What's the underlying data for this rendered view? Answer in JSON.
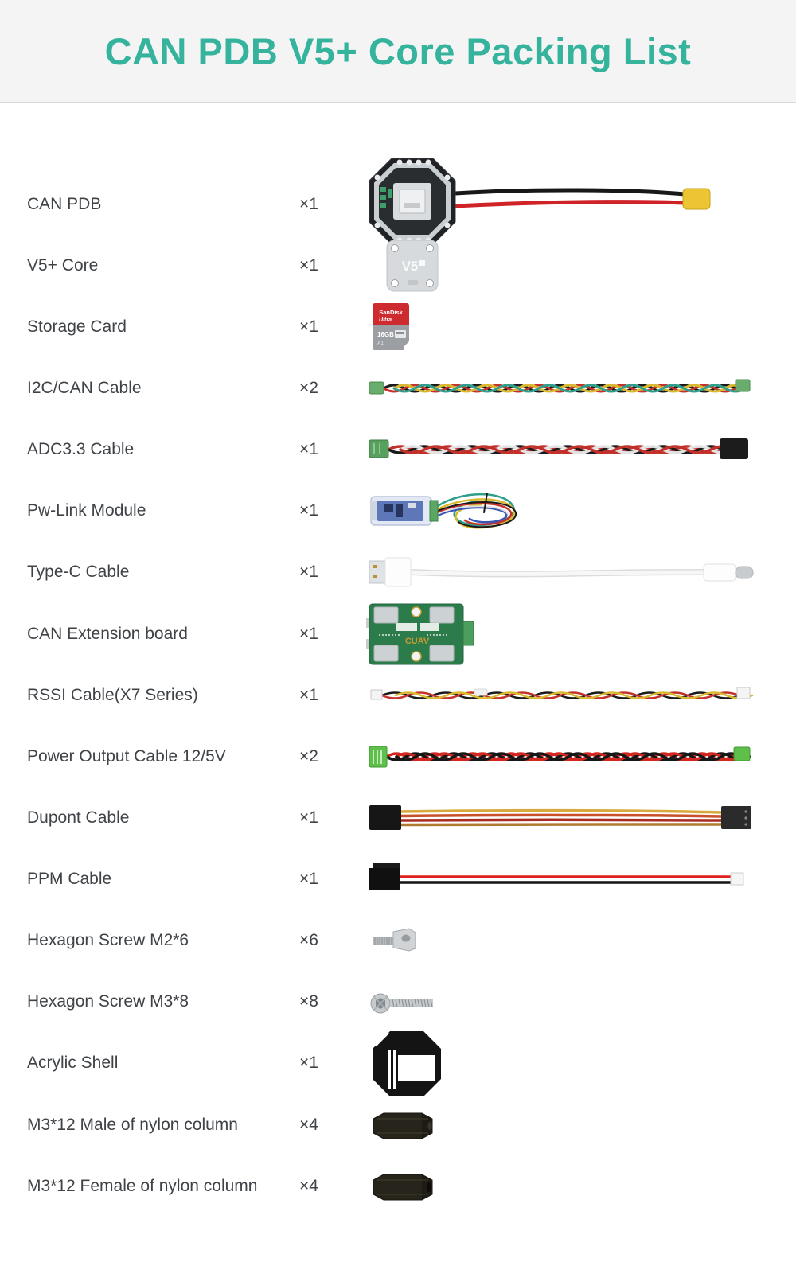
{
  "page": {
    "title": "CAN PDB V5+ Core Packing List"
  },
  "colors": {
    "accent_teal": "#35b39c",
    "header_background": "#f4f4f5",
    "item_text": "#3f4347",
    "sd_card_red": "#ce2b30",
    "pcb_green": "#2c7c4b",
    "connector_green": "#5ec04b",
    "xt60_yellow": "#ecc534"
  },
  "items": [
    {
      "name": "CAN PDB",
      "qty": "×1"
    },
    {
      "name": "V5+ Core",
      "qty": "×1"
    },
    {
      "name": "Storage Card",
      "qty": "×1"
    },
    {
      "name": "I2C/CAN Cable",
      "qty": "×2"
    },
    {
      "name": "ADC3.3 Cable",
      "qty": "×1"
    },
    {
      "name": "Pw-Link Module",
      "qty": "×1"
    },
    {
      "name": "Type-C Cable",
      "qty": "×1"
    },
    {
      "name": "CAN Extension board",
      "qty": "×1"
    },
    {
      "name": "RSSI Cable(X7 Series)",
      "qty": "×1"
    },
    {
      "name": "Power Output Cable 12/5V",
      "qty": "×2"
    },
    {
      "name": "Dupont Cable",
      "qty": "×1"
    },
    {
      "name": "PPM Cable",
      "qty": "×1"
    },
    {
      "name": "Hexagon Screw M2*6",
      "qty": "×6"
    },
    {
      "name": "Hexagon Screw M3*8",
      "qty": "×8"
    },
    {
      "name": "Acrylic Shell",
      "qty": "×1"
    },
    {
      "name": "M3*12 Male of nylon column",
      "qty": "×4"
    },
    {
      "name": "M3*12 Female of nylon column",
      "qty": "×4"
    }
  ],
  "product_labels": {
    "v5_core_marking": "V5",
    "sd_brand": "SanDisk",
    "sd_series": "Ultra",
    "sd_capacity": "16GB",
    "sd_speed_class": "A1",
    "extension_board_brand": "CUAV"
  }
}
